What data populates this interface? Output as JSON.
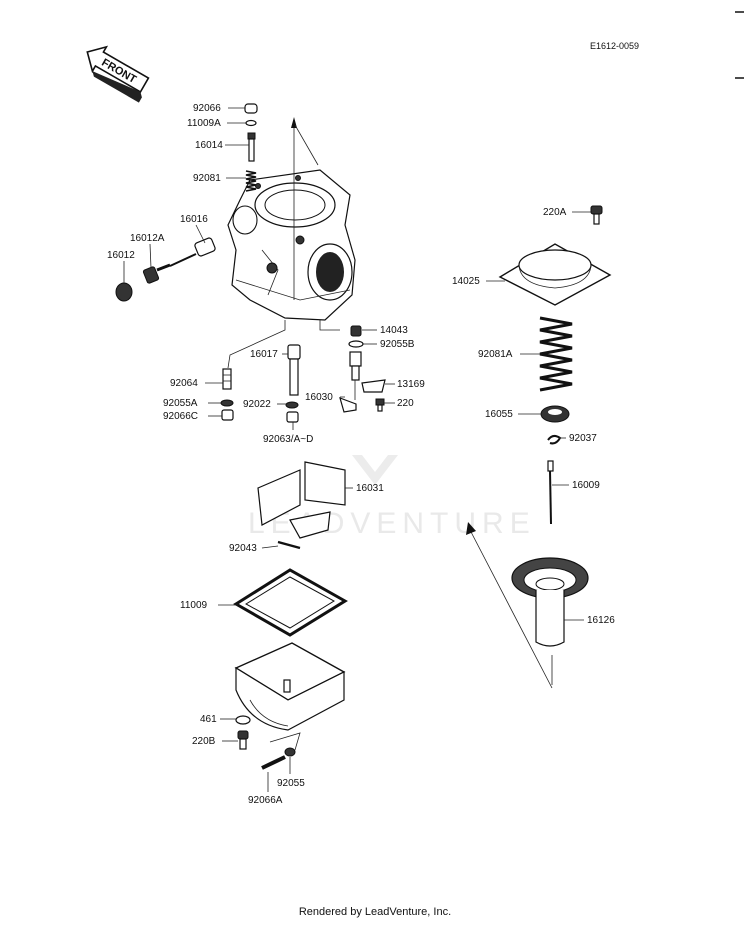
{
  "diagram": {
    "code": "E1612-0059",
    "front_label": "FRONT",
    "watermark": "LEADVENTURE",
    "footer": "Rendered by LeadVenture, Inc.",
    "labels": {
      "l92066": "92066",
      "l11009A": "11009A",
      "l16014": "16014",
      "l92081": "92081",
      "l16016": "16016",
      "l16012A": "16012A",
      "l16012": "16012",
      "l14043": "14043",
      "l92055B": "92055B",
      "l16017": "16017",
      "l13169": "13169",
      "l92064": "92064",
      "l16030": "16030",
      "l220": "220",
      "l92055A": "92055A",
      "l92022": "92022",
      "l92066C": "92066C",
      "l92063": "92063/A~D",
      "l16031": "16031",
      "l92043": "92043",
      "l11009": "11009",
      "l461": "461",
      "l220B": "220B",
      "l92055": "92055",
      "l92066A": "92066A",
      "l220A": "220A",
      "l14025": "14025",
      "l92081A": "92081A",
      "l16055": "16055",
      "l92037": "92037",
      "l16009": "16009",
      "l16126": "16126"
    }
  }
}
